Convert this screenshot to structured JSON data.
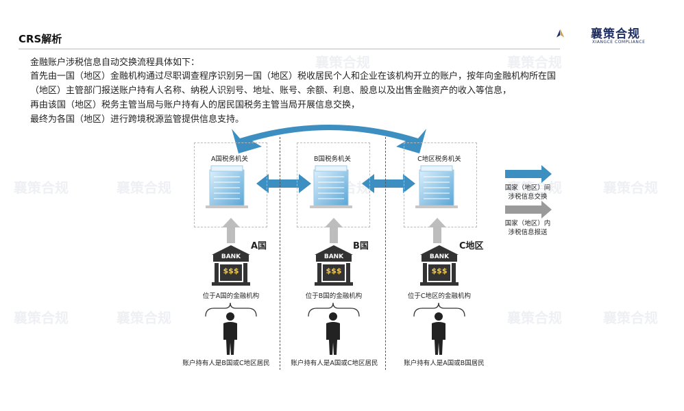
{
  "header": {
    "title": "CRS解析",
    "logo_text": "襄策合规",
    "logo_sub": "XIANGCE COMPLIANCE"
  },
  "watermark": {
    "text": "襄策合规"
  },
  "intro": {
    "line1": "金融账户涉税信息自动交换流程具体如下：",
    "line2": "首先由一国（地区）金融机构通过尽职调查程序识别另一国（地区）税收居民个人和企业在该机构开立的账户，按年向金融机构所在国",
    "line3": "（地区）主管部门报送账户持有人名称、纳税人识别号、地址、账号、余额、利息、股息以及出售金融资产的收入等信息，",
    "line4": "再由该国（地区）税务主管当局与账户持有人的居民国税务主管当局开展信息交换，",
    "line5": "最终为各国（地区）进行跨境税源监管提供信息支持。"
  },
  "diagram": {
    "columns": [
      {
        "authority": "A国税务机关",
        "country": "A国",
        "bank_label": "BANK",
        "bank_money": "$$$",
        "institution": "位于A国的金融机构",
        "holder": "账户持有人是B国或C地区居民"
      },
      {
        "authority": "B国税务机关",
        "country": "B国",
        "bank_label": "BANK",
        "bank_money": "$$$",
        "institution": "位于B国的金融机构",
        "holder": "账户持有人是A国或C地区居民"
      },
      {
        "authority": "C地区税务机关",
        "country": "C地区",
        "bank_label": "BANK",
        "bank_money": "$$$",
        "institution": "位于C地区的金融机构",
        "holder": "账户持有人是A国或B国居民"
      }
    ],
    "legend": [
      {
        "line1": "国家（地区）间",
        "line2": "涉税信息交换",
        "color": "#3d8fc1"
      },
      {
        "line1": "国家（地区）内",
        "line2": "涉税信息报送",
        "color": "#9a9a9a"
      }
    ]
  }
}
